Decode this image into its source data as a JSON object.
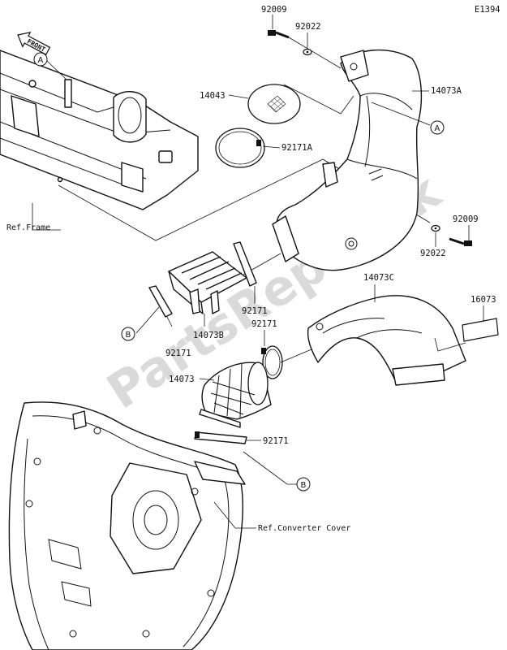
{
  "diagram_code": "E1394",
  "front_label": "FRONT",
  "watermark": "PartsRepublik",
  "callouts": {
    "a_top": "A",
    "a_right": "A",
    "b_left": "B",
    "b_bottom": "B"
  },
  "part_labels": {
    "p92009_top": "92009",
    "p92022_top": "92022",
    "p14073A": "14073A",
    "p14043": "14043",
    "p92171A": "92171A",
    "p92009_right": "92009",
    "p92022_right": "92022",
    "p14073C": "14073C",
    "p16073": "16073",
    "p92171_mid": "92171",
    "p92171_mid2": "92171",
    "p14073B": "14073B",
    "p92171_left": "92171",
    "p14073": "14073",
    "p92171_bottom": "92171"
  },
  "refs": {
    "frame": "Ref.Frame",
    "converter_cover": "Ref.Converter Cover"
  }
}
